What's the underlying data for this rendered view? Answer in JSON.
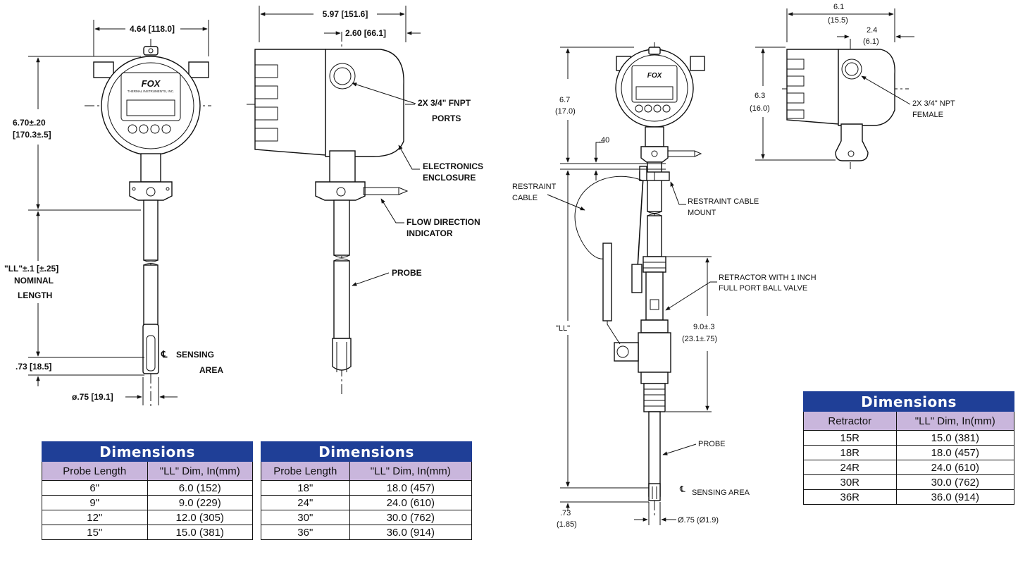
{
  "left_drawing": {
    "dims": {
      "width_top": "4.64 [118.0]",
      "height_left_1": "6.70±.20",
      "height_left_2": "[170.3±.5]",
      "ll_1": "\"LL\"±.1 [±.25]",
      "ll_2": "NOMINAL",
      "ll_3": "LENGTH",
      "sensing_offset": ".73 [18.5]",
      "probe_dia": "ø.75 [19.1]",
      "side_width": "5.97 [151.6]",
      "port_offset": "2.60 [66.1]"
    },
    "callouts": {
      "ports_1": "2X 3/4\" FNPT",
      "ports_2": "PORTS",
      "enclosure_1": "ELECTRONICS",
      "enclosure_2": "ENCLOSURE",
      "flow_1": "FLOW DIRECTION",
      "flow_2": "INDICATOR",
      "probe": "PROBE",
      "sensing_1": "SENSING",
      "sensing_2": "AREA"
    },
    "display": {
      "brand": "FOX",
      "subtitle": "THERMAL INSTRUMENTS, INC."
    }
  },
  "right_drawing": {
    "dims": {
      "width_top_1": "6.1",
      "width_top_2": "(15.5)",
      "port_offset_1": "2.4",
      "port_offset_2": "(6.1)",
      "height_total_1": "6.7",
      "height_total_2": "(17.0)",
      "side_height_1": "6.3",
      "side_height_2": "(16.0)",
      "small_gap": ".40",
      "retractor_1": "9.0±.3",
      "retractor_2": "(23.1±.75)",
      "ll": "\"LL\"",
      "sensing_offset_1": ".73",
      "sensing_offset_2": "(1.85)",
      "probe_dia": "Ø.75 (Ø1.9)"
    },
    "callouts": {
      "ports_1": "2X 3/4\" NPT",
      "ports_2": "FEMALE",
      "restraint_cable_1": "RESTRAINT",
      "restraint_cable_2": "CABLE",
      "cable_mount_1": "RESTRAINT CABLE",
      "cable_mount_2": "MOUNT",
      "retractor_1": "RETRACTOR WITH 1 INCH",
      "retractor_2": "FULL PORT BALL VALVE",
      "probe": "PROBE",
      "sensing": "SENSING AREA"
    }
  },
  "tables": {
    "table1": {
      "title": "Dimensions",
      "headers": [
        "Probe Length",
        "\"LL\" Dim, In(mm)"
      ],
      "rows": [
        [
          "6\"",
          "6.0 (152)"
        ],
        [
          "9\"",
          "9.0 (229)"
        ],
        [
          "12\"",
          "12.0 (305)"
        ],
        [
          "15\"",
          "15.0 (381)"
        ]
      ]
    },
    "table2": {
      "title": "Dimensions",
      "headers": [
        "Probe Length",
        "\"LL\" Dim, In(mm)"
      ],
      "rows": [
        [
          "18\"",
          "18.0 (457)"
        ],
        [
          "24\"",
          "24.0 (610)"
        ],
        [
          "30\"",
          "30.0 (762)"
        ],
        [
          "36\"",
          "36.0 (914)"
        ]
      ]
    },
    "table3": {
      "title": "Dimensions",
      "headers": [
        "Retractor",
        "\"LL\" Dim, In(mm)"
      ],
      "rows": [
        [
          "15R",
          "15.0 (381)"
        ],
        [
          "18R",
          "18.0 (457)"
        ],
        [
          "24R",
          "24.0 (610)"
        ],
        [
          "30R",
          "30.0 (762)"
        ],
        [
          "36R",
          "36.0 (914)"
        ]
      ]
    }
  }
}
